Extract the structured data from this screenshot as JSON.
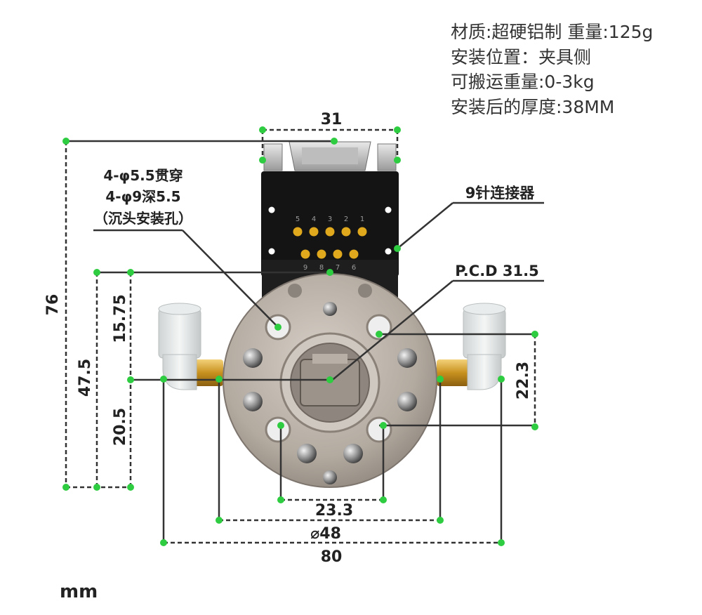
{
  "specs": [
    "材质:超硬铝制  重量:125g",
    "安装位置：夹具侧",
    "可搬运重量:0-3kg",
    "安装后的厚度:38MM"
  ],
  "unit": "mm",
  "dimensions": {
    "connector_width": "31",
    "total_height": "76",
    "height_47": "47.5",
    "height_upper": "15.75",
    "height_lower": "20.5",
    "vertical_pitch": "22.3",
    "horizontal_pitch": "23.3",
    "diameter": "⌀48",
    "total_width": "80"
  },
  "callouts": {
    "hole_line1": "4-φ5.5贯穿",
    "hole_line2": "4-φ9深5.5",
    "hole_line3": "（沉头安装孔）",
    "connector": "9针连接器",
    "pcd": "P.C.D 31.5"
  },
  "connector_pins": {
    "top_row": [
      "5",
      "4",
      "3",
      "2",
      "1"
    ],
    "bottom_row": [
      "9",
      "8",
      "7",
      "6"
    ]
  },
  "colors": {
    "dim_line": "#333333",
    "marker": "#2ecc40",
    "metal": "#b5aca2",
    "connector_body": "#141414",
    "pin_gold": "#e0a81c"
  }
}
